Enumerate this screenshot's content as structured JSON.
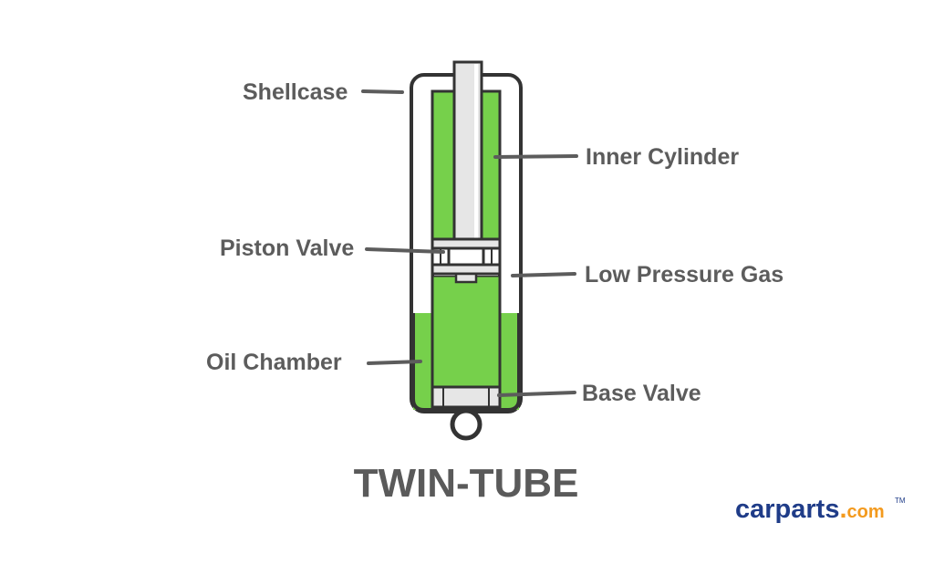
{
  "diagram": {
    "title": "TWIN-TUBE",
    "labels": {
      "shellcase": "Shellcase",
      "inner_cylinder": "Inner Cylinder",
      "piston_valve": "Piston Valve",
      "low_pressure_gas": "Low Pressure Gas",
      "oil_chamber": "Oil Chamber",
      "base_valve": "Base Valve"
    },
    "colors": {
      "fluid_green": "#76d04b",
      "outline": "#333333",
      "label_text": "#5c5c5c",
      "rod_fill": "#e6e6e6"
    }
  },
  "logo": {
    "brand": "carparts",
    "dot": ".",
    "tld": "com",
    "tm": "TM",
    "colors": {
      "brand": "#1f3c88",
      "accent": "#f39a1e"
    }
  }
}
